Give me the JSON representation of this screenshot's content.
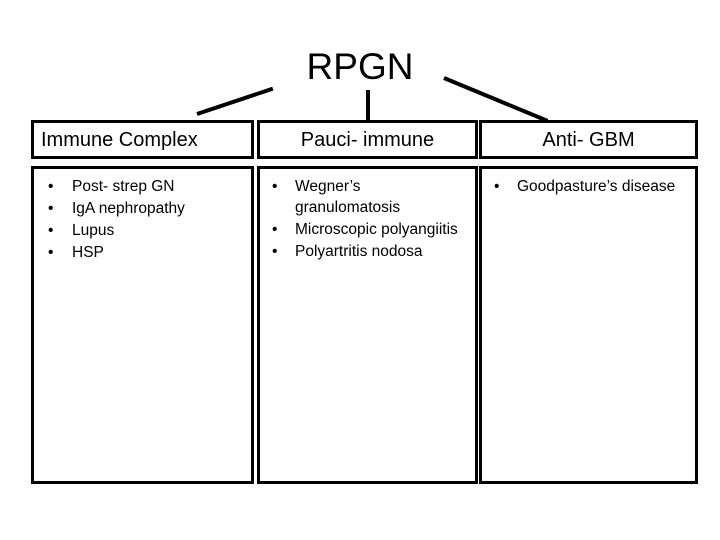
{
  "slide": {
    "title": "RPGN",
    "background_color": "#ffffff",
    "text_color": "#000000",
    "bullet_glyph": "•",
    "connectors": [
      {
        "name": "connector-to-immune-complex",
        "style": "diagonal-left"
      },
      {
        "name": "connector-to-pauci-immune",
        "style": "vertical"
      },
      {
        "name": "connector-to-anti-gbm",
        "style": "diagonal-right"
      }
    ],
    "columns": [
      {
        "id": "immune-complex",
        "header": "Immune Complex",
        "header_align": "left",
        "items": [
          "Post- strep GN",
          "IgA nephropathy",
          "Lupus",
          "HSP"
        ]
      },
      {
        "id": "pauci-immune",
        "header": "Pauci- immune",
        "header_align": "center",
        "items": [
          "Wegner’s granulomatosis",
          "Microscopic polyangiitis",
          "Polyartritis nodosa"
        ]
      },
      {
        "id": "anti-gbm",
        "header": "Anti- GBM",
        "header_align": "center",
        "items": [
          "Goodpasture’s disease"
        ]
      }
    ]
  }
}
